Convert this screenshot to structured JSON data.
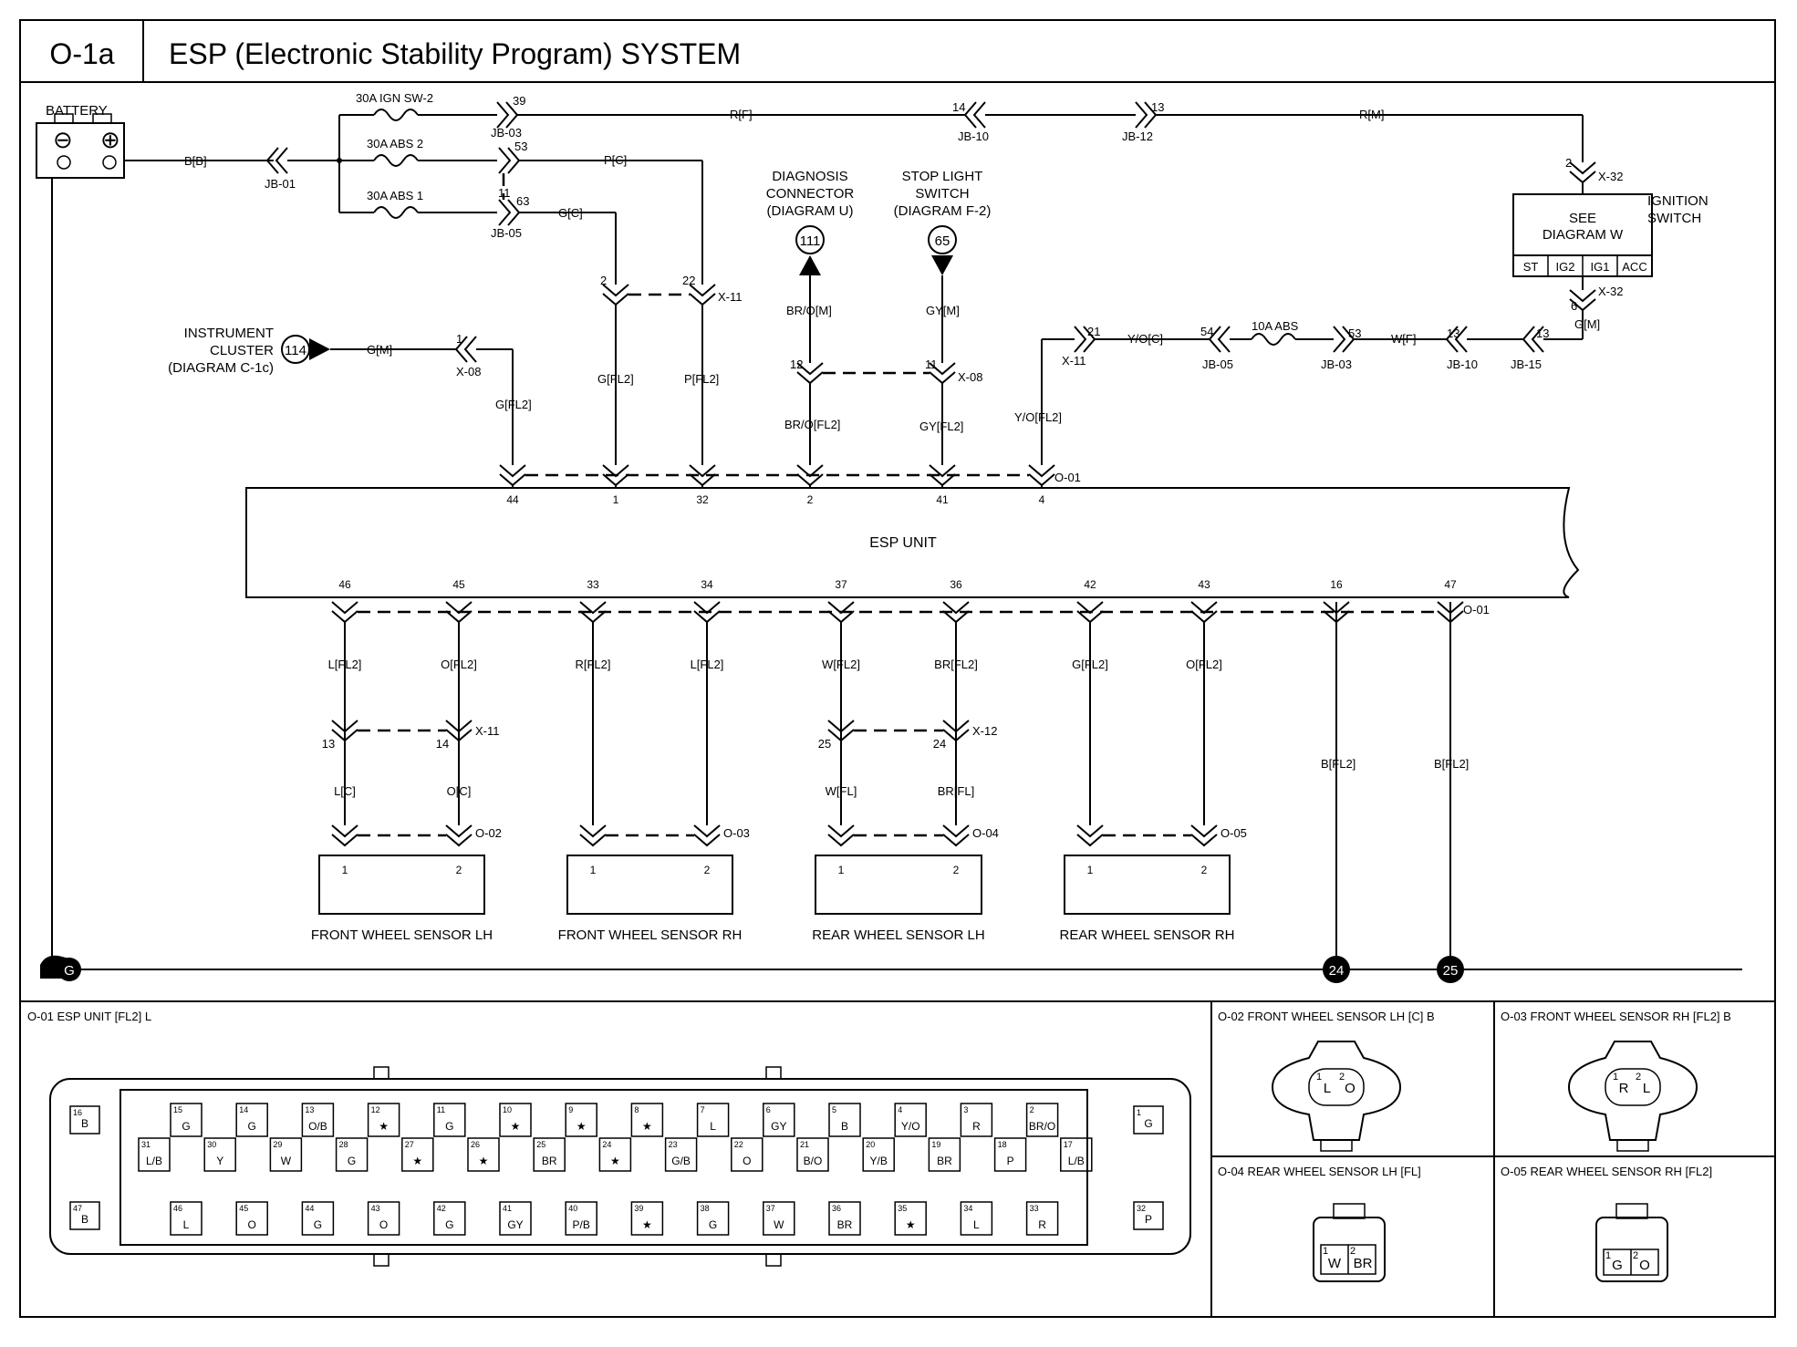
{
  "header": {
    "page_id": "O-1a",
    "title": "ESP (Electronic Stability Program) SYSTEM"
  },
  "power": {
    "battery": "BATTERY",
    "minus": "⊖",
    "plus": "⊕",
    "fuse_ign": "30A IGN SW-2",
    "fuse_abs2": "30A ABS 2",
    "fuse_abs1": "30A ABS 1",
    "wire_bb": "B[B]",
    "jb01": "JB-01",
    "pin39": "39",
    "jb03": "JB-03",
    "pin53": "53",
    "pin11": "11",
    "pin63": "63",
    "jb05": "JB-05",
    "wire_rf": "R[F]",
    "pin14": "14",
    "jb10": "JB-10",
    "pin13": "13",
    "jb12": "JB-12",
    "wire_rm": "R[M]",
    "wire_pc": "P[C]",
    "wire_gc": "G[C]"
  },
  "ignition": {
    "label1": "IGNITION",
    "label2": "SWITCH",
    "see1": "SEE",
    "see2": "DIAGRAM W",
    "tabs": [
      "ST",
      "IG2",
      "IG1",
      "ACC"
    ],
    "pin2": "2",
    "x32": "X-32",
    "pin6": "6",
    "x32b": "X-32",
    "wire_gm": "G[M]"
  },
  "ign_feed": {
    "pin21": "21",
    "x11": "X-11",
    "wire_yoc": "Y/O[C]",
    "pin54": "54",
    "jb05": "JB-05",
    "fuse": "10A ABS",
    "pin53": "53",
    "jb03": "JB-03",
    "wire_wf": "W[F]",
    "pin13a": "13",
    "jb10": "JB-10",
    "pin13b": "13",
    "jb15": "JB-15",
    "wire_yofl2": "Y/O[FL2]"
  },
  "diag": {
    "l1": "DIAGNOSIS",
    "l2": "CONNECTOR",
    "l3": "(DIAGRAM U)",
    "ref": "111",
    "wire_m": "BR/O[M]",
    "pin12": "12",
    "wire_fl2": "BR/O[FL2]"
  },
  "stop": {
    "l1": "STOP LIGHT",
    "l2": "SWITCH",
    "l3": "(DIAGRAM F-2)",
    "ref": "65",
    "wire_m": "GY[M]",
    "pin11": "11",
    "x08": "X-08",
    "wire_fl2": "GY[FL2]"
  },
  "cluster": {
    "l1": "INSTRUMENT",
    "l2": "CLUSTER",
    "l3": "(DIAGRAM C-1c)",
    "ref": "114",
    "wire_m": "G[M]",
    "pin1": "1",
    "x08": "X-08",
    "wire_fl2": "G[FL2]"
  },
  "x11top": {
    "pin2": "2",
    "pin22": "22",
    "x11": "X-11",
    "wire_gfl2": "G[FL2]",
    "wire_pfl2": "P[FL2]"
  },
  "esp": {
    "label": "ESP UNIT",
    "o01_top": "O-01",
    "o01_bot": "O-01",
    "top_pins": [
      "44",
      "1",
      "32",
      "2",
      "41",
      "4"
    ],
    "bot_pins": [
      "46",
      "45",
      "33",
      "34",
      "37",
      "36",
      "42",
      "43",
      "16",
      "47"
    ]
  },
  "sensors": [
    {
      "name": "FRONT WHEEL SENSOR LH",
      "w1": "L[FL2]",
      "w2": "O[FL2]",
      "sp": true,
      "p1": "13",
      "p2": "14",
      "x": "X-11",
      "w1b": "L[C]",
      "w2b": "O[C]",
      "conn": "O-02",
      "c1": "1",
      "c2": "2"
    },
    {
      "name": "FRONT WHEEL SENSOR RH",
      "w1": "R[FL2]",
      "w2": "L[FL2]",
      "sp": false,
      "p1": "",
      "p2": "",
      "x": "",
      "w1b": "",
      "w2b": "",
      "conn": "O-03",
      "c1": "1",
      "c2": "2"
    },
    {
      "name": "REAR WHEEL SENSOR LH",
      "w1": "W[FL2]",
      "w2": "BR[FL2]",
      "sp": true,
      "p1": "25",
      "p2": "24",
      "x": "X-12",
      "w1b": "W[FL]",
      "w2b": "BR[FL]",
      "conn": "O-04",
      "c1": "1",
      "c2": "2"
    },
    {
      "name": "REAR WHEEL SENSOR RH",
      "w1": "G[FL2]",
      "w2": "O[FL2]",
      "sp": false,
      "p1": "",
      "p2": "",
      "x": "",
      "w1b": "",
      "w2b": "",
      "conn": "O-05",
      "c1": "1",
      "c2": "2"
    }
  ],
  "grounds": {
    "g": "G",
    "g24": "24",
    "g25": "25",
    "w16": "B[FL2]",
    "w47": "B[FL2]"
  },
  "bottom": {
    "o01_title": "O-01 ESP UNIT [FL2] L",
    "left_block": [
      {
        "n": "16",
        "v": "B"
      },
      {
        "n": "47",
        "v": "B"
      }
    ],
    "right_block": [
      {
        "n": "1",
        "v": "G"
      },
      {
        "n": "32",
        "v": "P"
      }
    ],
    "row1": [
      {
        "n": "15",
        "v": "G"
      },
      {
        "n": "14",
        "v": "G"
      },
      {
        "n": "13",
        "v": "O/B"
      },
      {
        "n": "12",
        "v": "★"
      },
      {
        "n": "11",
        "v": "G"
      },
      {
        "n": "10",
        "v": "★"
      },
      {
        "n": "9",
        "v": "★"
      },
      {
        "n": "8",
        "v": "★"
      },
      {
        "n": "7",
        "v": "L"
      },
      {
        "n": "6",
        "v": "GY"
      },
      {
        "n": "5",
        "v": "B"
      },
      {
        "n": "4",
        "v": "Y/O"
      },
      {
        "n": "3",
        "v": "R"
      },
      {
        "n": "2",
        "v": "BR/O"
      }
    ],
    "row2": [
      {
        "n": "31",
        "v": "L/B"
      },
      {
        "n": "30",
        "v": "Y"
      },
      {
        "n": "29",
        "v": "W"
      },
      {
        "n": "28",
        "v": "G"
      },
      {
        "n": "27",
        "v": "★"
      },
      {
        "n": "26",
        "v": "★"
      },
      {
        "n": "25",
        "v": "BR"
      },
      {
        "n": "24",
        "v": "★"
      },
      {
        "n": "23",
        "v": "G/B"
      },
      {
        "n": "22",
        "v": "O"
      },
      {
        "n": "21",
        "v": "B/O"
      },
      {
        "n": "20",
        "v": "Y/B"
      },
      {
        "n": "19",
        "v": "BR"
      },
      {
        "n": "18",
        "v": "P"
      },
      {
        "n": "17",
        "v": "L/B"
      }
    ],
    "row3": [
      {
        "n": "46",
        "v": "L"
      },
      {
        "n": "45",
        "v": "O"
      },
      {
        "n": "44",
        "v": "G"
      },
      {
        "n": "43",
        "v": "O"
      },
      {
        "n": "42",
        "v": "G"
      },
      {
        "n": "41",
        "v": "GY"
      },
      {
        "n": "40",
        "v": "P/B"
      },
      {
        "n": "39",
        "v": "★"
      },
      {
        "n": "38",
        "v": "G"
      },
      {
        "n": "37",
        "v": "W"
      },
      {
        "n": "36",
        "v": "BR"
      },
      {
        "n": "35",
        "v": "★"
      },
      {
        "n": "34",
        "v": "L"
      },
      {
        "n": "33",
        "v": "R"
      }
    ],
    "o02": {
      "title": "O-02 FRONT WHEEL SENSOR LH [C] B",
      "pins": [
        {
          "n": "1",
          "v": "L"
        },
        {
          "n": "2",
          "v": "O"
        }
      ]
    },
    "o03": {
      "title": "O-03 FRONT WHEEL SENSOR RH [FL2] B",
      "pins": [
        {
          "n": "1",
          "v": "R"
        },
        {
          "n": "2",
          "v": "L"
        }
      ]
    },
    "o04": {
      "title": "O-04 REAR WHEEL SENSOR LH [FL]",
      "pins": [
        {
          "n": "1",
          "v": "W"
        },
        {
          "n": "2",
          "v": "BR"
        }
      ]
    },
    "o05": {
      "title": "O-05 REAR WHEEL SENSOR RH [FL2]",
      "pins": [
        {
          "n": "1",
          "v": "G"
        },
        {
          "n": "2",
          "v": "O"
        }
      ]
    }
  }
}
